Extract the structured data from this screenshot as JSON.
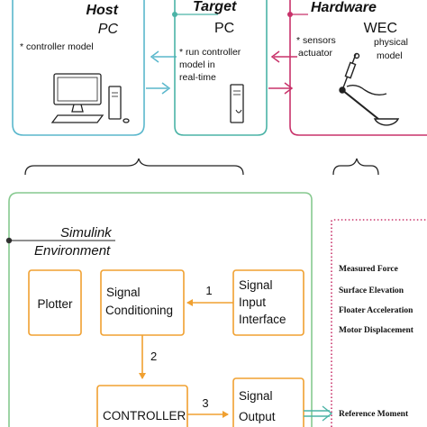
{
  "colors": {
    "host": "#5ab7cc",
    "target": "#4bb3a6",
    "hardware": "#c8326a",
    "simulink": "#86c98f",
    "block": "#f0a030",
    "ink": "#111111"
  },
  "top": {
    "host": {
      "title_line1": "Host",
      "title_line2": "PC",
      "note": "* controller model",
      "icon": "desktop-computer-icon"
    },
    "target": {
      "title_line1": "Target",
      "title_line2": "PC",
      "note_line1": "* run controller",
      "note_line2": "model in",
      "note_line3": "real-time",
      "icon": "pc-tower-icon"
    },
    "hardware": {
      "title_line1": "Hardware",
      "title_line2": "WEC",
      "note_left_line1": "* sensors",
      "note_left_line2": "actuator",
      "note_right_line1": "physical",
      "note_right_line2": "model",
      "icon": "wave-energy-converter-icon"
    }
  },
  "simulink": {
    "title_line1": "Simulink",
    "title_line2": "Environment",
    "blocks": {
      "plotter": "Plotter",
      "conditioning_line1": "Signal",
      "conditioning_line2": "Conditioning",
      "input_line1": "Signal",
      "input_line2": "Input",
      "input_line3": "Interface",
      "controller": "CONTROLLER",
      "output_line1": "Signal",
      "output_line2": "Output"
    },
    "arrow_labels": [
      "1",
      "2",
      "3"
    ]
  },
  "signals": {
    "inputs": [
      "Measured Force",
      "Surface Elevation",
      "Floater Acceleration",
      "Motor Displacement"
    ],
    "output": "Reference Moment"
  }
}
